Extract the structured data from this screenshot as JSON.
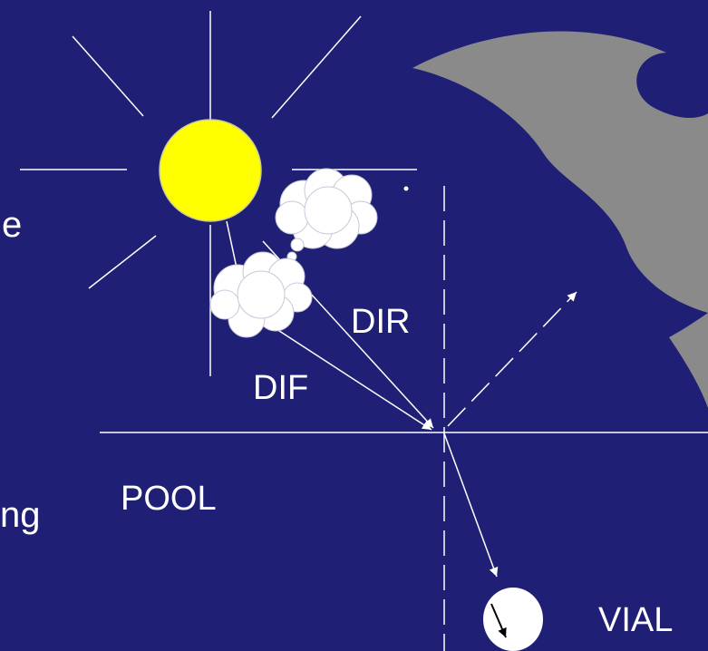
{
  "labels": {
    "dir": "DIR",
    "dif": "DIF",
    "pool": "POOL",
    "vial": "VIAL",
    "cut_text_upper": "e",
    "cut_text_lower": "ng"
  },
  "colors": {
    "background": "#1f1f75",
    "sun": "#ffff00",
    "line": "#ffffff",
    "flame": "#8a8a8a"
  }
}
